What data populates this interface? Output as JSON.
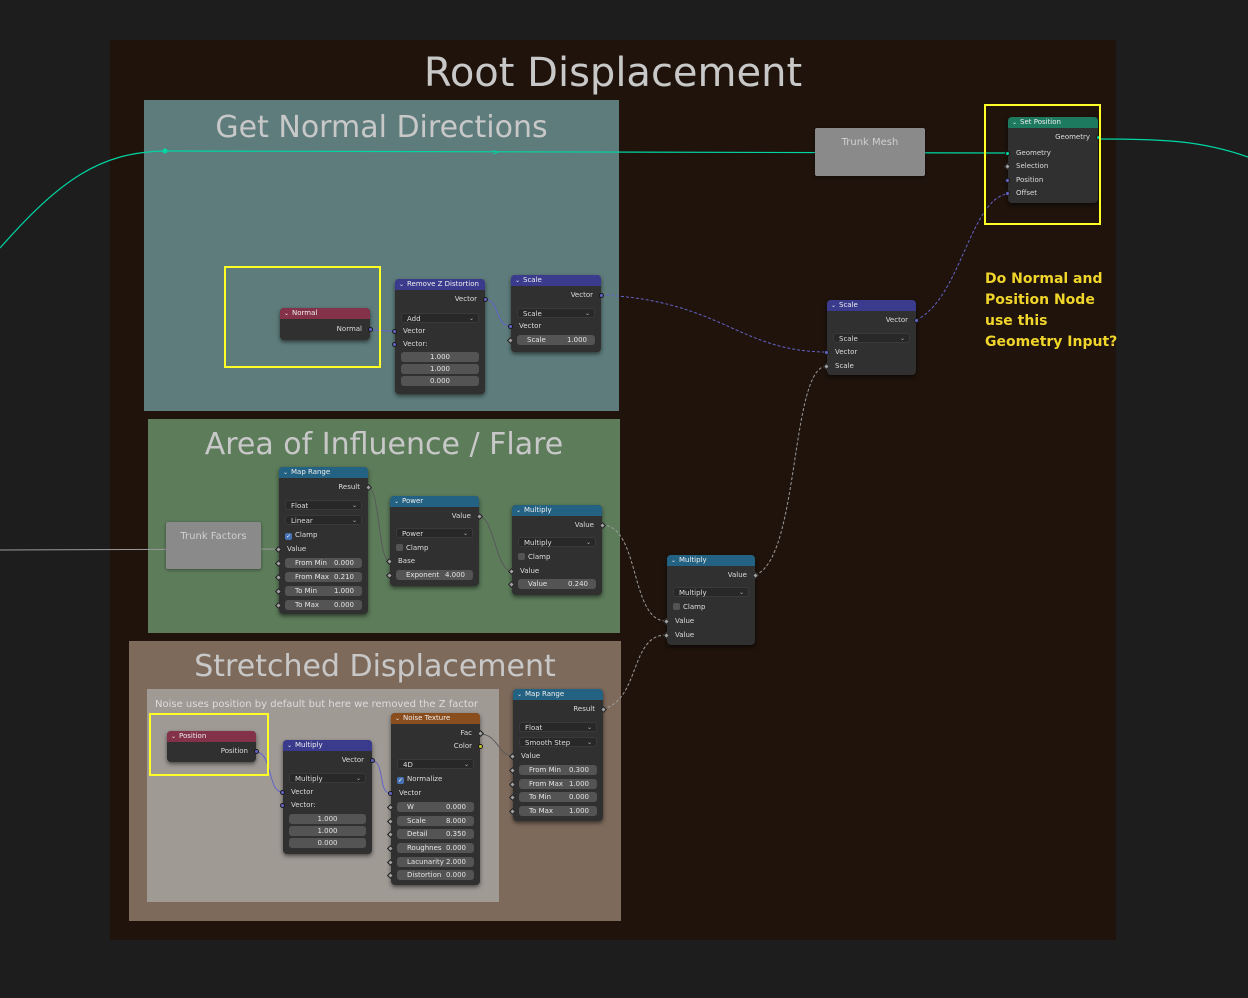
{
  "frames": {
    "root": {
      "title": "Root Displacement"
    },
    "normal": {
      "title": "Get Normal Directions"
    },
    "area": {
      "title": "Area of Influence / Flare"
    },
    "stretched": {
      "title": "Stretched Displacement"
    },
    "noise_note": {
      "text": "Noise uses position by default but here we removed the Z factor"
    }
  },
  "reroutes": {
    "trunk_mesh": "Trunk Mesh",
    "trunk_factors": "Trunk Factors"
  },
  "annotation": {
    "text": "Do Normal and\nPosition Node\nuse this\nGeometry Input?"
  },
  "nodes": {
    "set_position": {
      "title": "Set Position",
      "out": "Geometry",
      "in1": "Geometry",
      "in2": "Selection",
      "in3": "Position",
      "in4": "Offset"
    },
    "normal": {
      "title": "Normal",
      "out": "Normal"
    },
    "remove_z": {
      "title": "Remove Z Distortion",
      "out": "Vector",
      "op": "Add",
      "in1": "Vector",
      "in2": "Vector:",
      "v1": "1.000",
      "v2": "1.000",
      "v3": "0.000"
    },
    "scale1": {
      "title": "Scale",
      "out": "Vector",
      "op": "Scale",
      "in1": "Vector",
      "f_label": "Scale",
      "f_value": "1.000"
    },
    "scale2": {
      "title": "Scale",
      "out": "Vector",
      "op": "Scale",
      "in1": "Vector",
      "in2": "Scale"
    },
    "map_range1": {
      "title": "Map Range",
      "out": "Result",
      "dtype": "Float",
      "interp": "Linear",
      "clamp": "Clamp",
      "in1": "Value",
      "fields": [
        {
          "l": "From Min",
          "v": "0.000"
        },
        {
          "l": "From Max",
          "v": "0.210"
        },
        {
          "l": "To Min",
          "v": "1.000"
        },
        {
          "l": "To Max",
          "v": "0.000"
        }
      ]
    },
    "power": {
      "title": "Power",
      "out": "Value",
      "op": "Power",
      "clamp": "Clamp",
      "in1": "Base",
      "f_label": "Exponent",
      "f_value": "4.000"
    },
    "multiply1": {
      "title": "Multiply",
      "out": "Value",
      "op": "Multiply",
      "clamp": "Clamp",
      "in1": "Value",
      "f_label": "Value",
      "f_value": "0.240"
    },
    "multiply2": {
      "title": "Multiply",
      "out": "Value",
      "op": "Multiply",
      "clamp": "Clamp",
      "in1": "Value",
      "in2": "Value"
    },
    "position": {
      "title": "Position",
      "out": "Position"
    },
    "multiply3": {
      "title": "Multiply",
      "out": "Vector",
      "op": "Multiply",
      "in1": "Vector",
      "in2": "Vector:",
      "v1": "1.000",
      "v2": "1.000",
      "v3": "0.000"
    },
    "noise": {
      "title": "Noise Texture",
      "out1": "Fac",
      "out2": "Color",
      "dim": "4D",
      "normalize": "Normalize",
      "in1": "Vector",
      "fields": [
        {
          "l": "W",
          "v": "0.000"
        },
        {
          "l": "Scale",
          "v": "8.000"
        },
        {
          "l": "Detail",
          "v": "0.350"
        },
        {
          "l": "Roughnes",
          "v": "0.000"
        },
        {
          "l": "Lacunarity",
          "v": "2.000"
        },
        {
          "l": "Distortion",
          "v": "0.000"
        }
      ]
    },
    "map_range2": {
      "title": "Map Range",
      "out": "Result",
      "dtype": "Float",
      "interp": "Smooth Step",
      "in1": "Value",
      "fields": [
        {
          "l": "From Min",
          "v": "0.300"
        },
        {
          "l": "From Max",
          "v": "1.000"
        },
        {
          "l": "To Min",
          "v": "0.000"
        },
        {
          "l": "To Max",
          "v": "1.000"
        }
      ]
    }
  },
  "colors": {
    "background": "#1d1d1d",
    "root_frame": "#1f130c",
    "normal_frame": "#5e7c7c",
    "area_frame": "#5c7c5a",
    "stretched_frame": "#7d6a5b",
    "geometry_header": "#1e7a5f",
    "input_header": "#83324a",
    "vector_header": "#3b3b8e",
    "converter_header": "#246283",
    "texture_header": "#8a4d1e",
    "highlight": "#ffff27",
    "geometry_wire": "#00d6a3"
  }
}
